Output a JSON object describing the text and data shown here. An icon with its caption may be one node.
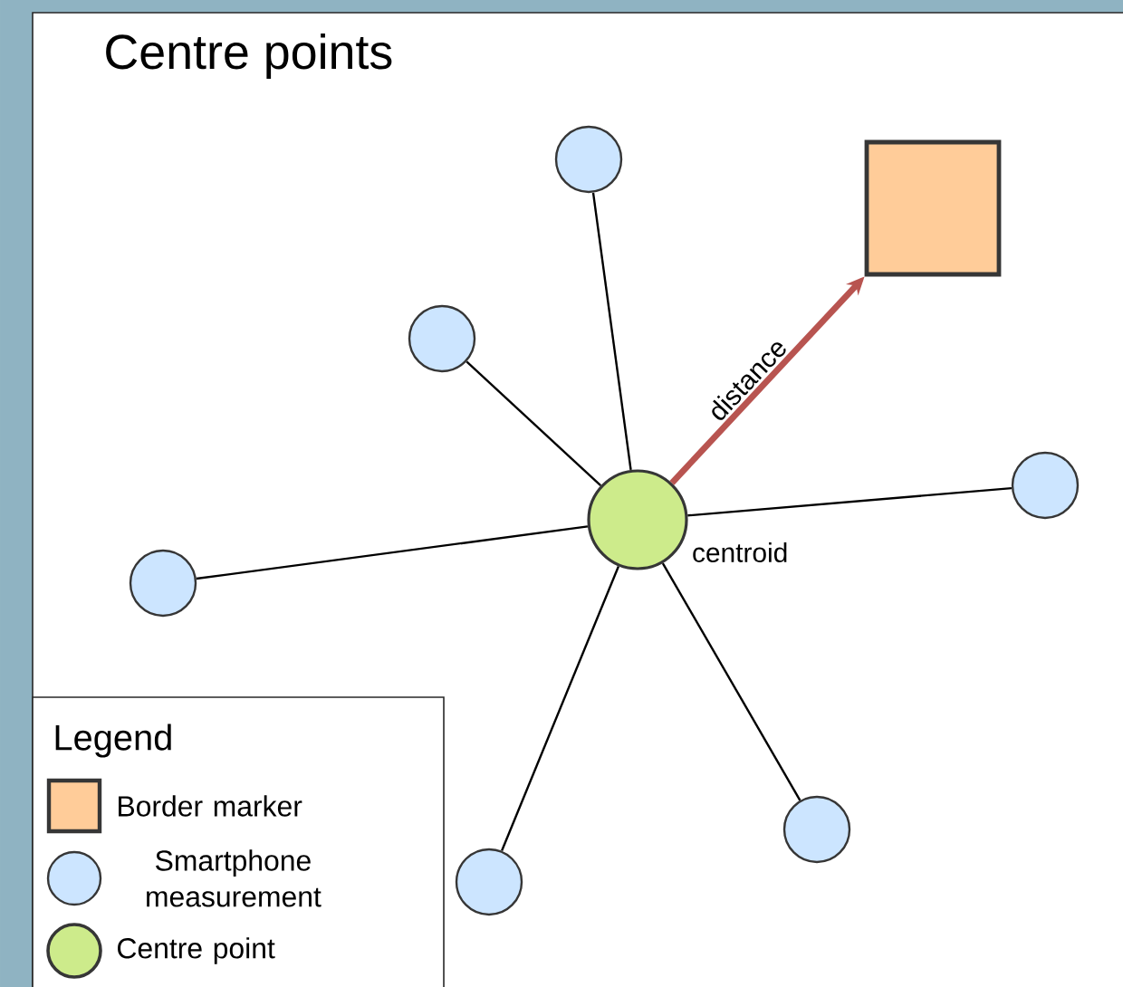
{
  "diagram": {
    "title": "Centre points",
    "nodes": [
      {
        "text": [],
        "shape": "circle",
        "beside": [
          "centroid"
        ]
      },
      {
        "text": [],
        "shape": "box"
      },
      {
        "text": [],
        "shape": "circle"
      },
      {
        "text": [],
        "shape": "circle"
      },
      {
        "text": [],
        "shape": "circle"
      },
      {
        "text": [],
        "shape": "circle"
      },
      {
        "text": [],
        "shape": "circle"
      },
      {
        "text": [],
        "shape": "circle"
      }
    ],
    "edges": [
      {
        "from": 0,
        "to": 1,
        "arrow": "to",
        "label": "distance",
        "style": "thick",
        "color": "#b85450"
      },
      {
        "from": 0,
        "to": 2,
        "arrow": "none"
      },
      {
        "from": 0,
        "to": 3,
        "arrow": "none"
      },
      {
        "from": 0,
        "to": 4,
        "arrow": "none"
      },
      {
        "from": 0,
        "to": 5,
        "arrow": "none"
      },
      {
        "from": 0,
        "to": 6,
        "arrow": "none"
      },
      {
        "from": 0,
        "to": 7,
        "arrow": "none"
      }
    ],
    "labels": [
      "Legend"
    ],
    "legend": [
      {
        "text": "Border marker",
        "color": "#ffcc99"
      },
      {
        "text": "Smartphone measurement",
        "color": "#cce5ff"
      },
      {
        "text": "Centre point",
        "color": "#cdeb8b"
      }
    ]
  }
}
